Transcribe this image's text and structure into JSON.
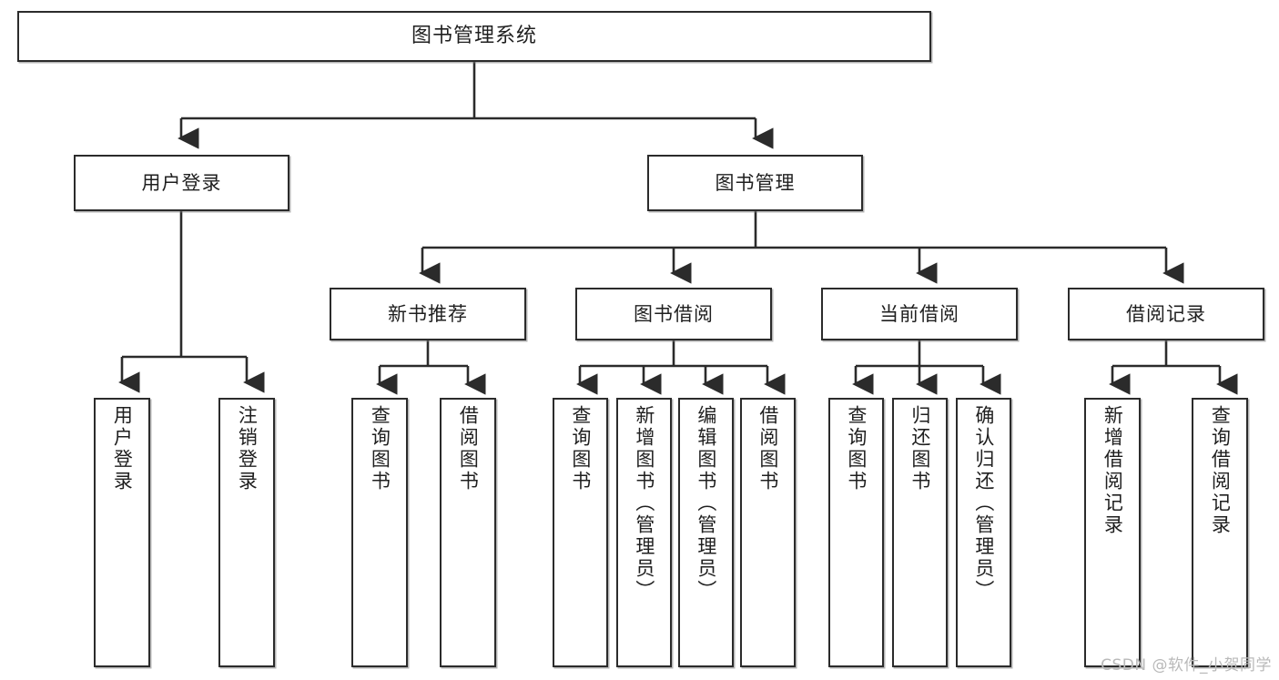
{
  "diagram": {
    "title": "图书管理系统",
    "type": "tree",
    "watermark": "CSDN @软件_小贺同学",
    "colors": {
      "box_border": "#2b2b2b",
      "box_fill": "#ffffff",
      "edge": "#2b2b2b",
      "background": "#ffffff",
      "watermark": "#b9b9b9"
    },
    "nodes": {
      "root": {
        "label": "图书管理系统"
      },
      "level2": [
        {
          "label": "用户登录"
        },
        {
          "label": "图书管理"
        }
      ],
      "level3": [
        {
          "label": "新书推荐"
        },
        {
          "label": "图书借阅"
        },
        {
          "label": "当前借阅"
        },
        {
          "label": "借阅记录"
        }
      ],
      "leaves": {
        "user_login": [
          {
            "label": "用户登录"
          },
          {
            "label": "注销登录"
          }
        ],
        "new_book_recommend": [
          {
            "label": "查询图书"
          },
          {
            "label": "借阅图书"
          }
        ],
        "book_borrow": [
          {
            "label": "查询图书"
          },
          {
            "label": "新增图书（管理员）"
          },
          {
            "label": "编辑图书（管理员）"
          },
          {
            "label": "借阅图书"
          }
        ],
        "current_borrow": [
          {
            "label": "查询图书"
          },
          {
            "label": "归还图书"
          },
          {
            "label": "确认归还（管理员）"
          }
        ],
        "borrow_record": [
          {
            "label": "新增借阅记录"
          },
          {
            "label": "查询借阅记录"
          }
        ]
      }
    }
  }
}
